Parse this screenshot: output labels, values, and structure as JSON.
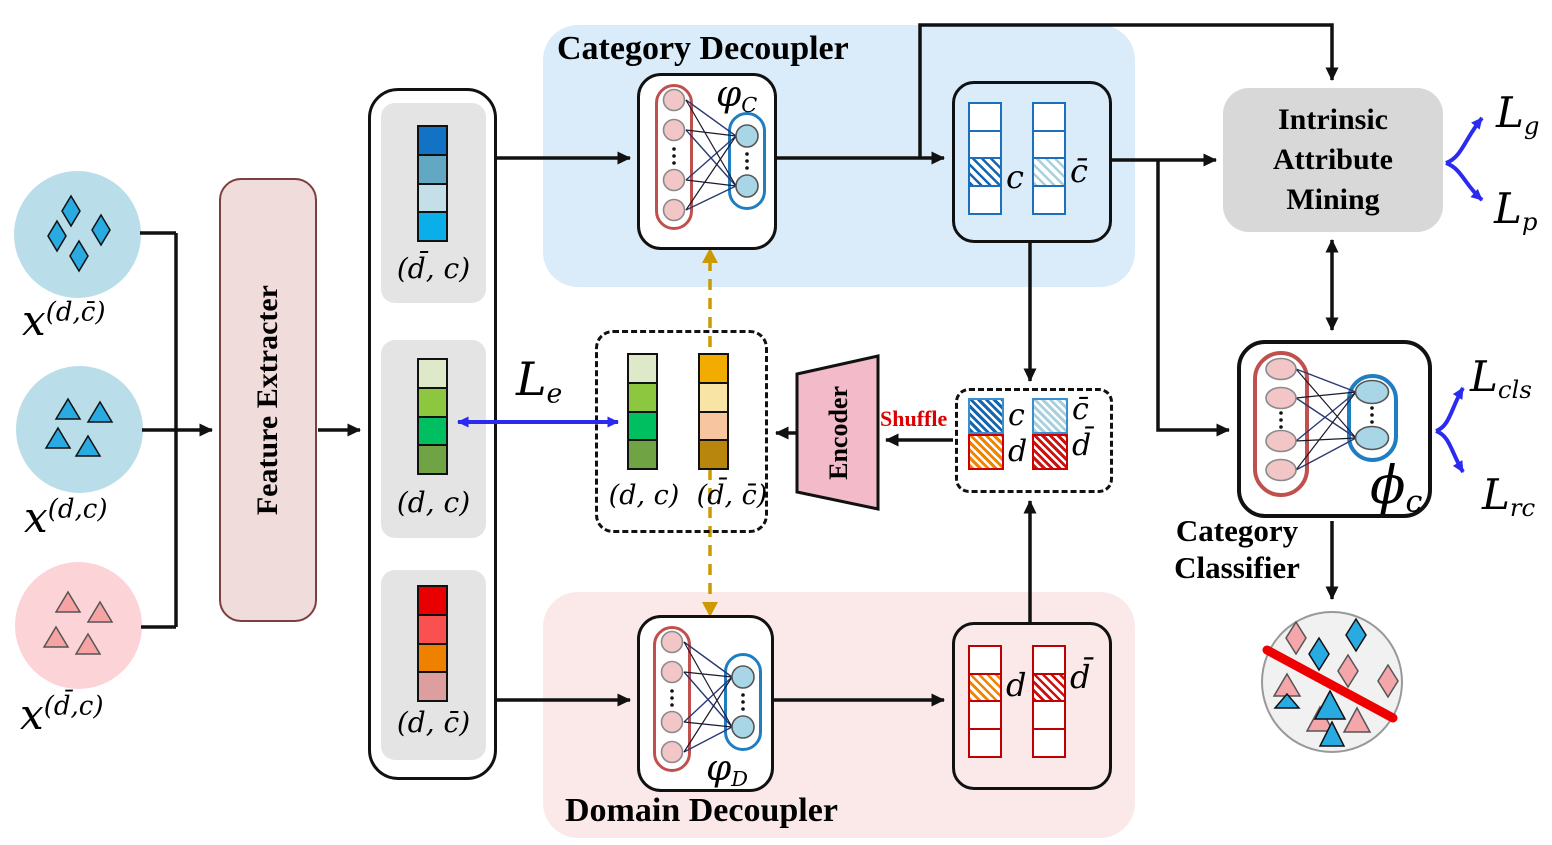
{
  "inputs": [
    {
      "base": "x",
      "sup": "(d,c̄)"
    },
    {
      "base": "x",
      "sup": "(d,c)"
    },
    {
      "base": "x",
      "sup": "(d̄,c)"
    }
  ],
  "feature_extractor": {
    "label": "Feature Extracter"
  },
  "feature_stacks": [
    {
      "label": "(d̄, c)",
      "cells": [
        "background:#1272c4",
        "background:#62a8c2",
        "background:#c5dfe8",
        "background:#0aaee8"
      ]
    },
    {
      "label": "(d, c)",
      "cells": [
        "background:#dde9c9",
        "background:#8dc63f",
        "background:#00bf60",
        "background:#70a343"
      ]
    },
    {
      "label": "(d, c̄)",
      "cells": [
        "background:#e80000",
        "background:#fa5050",
        "background:#ee8100",
        "background:#dd9e9e"
      ]
    }
  ],
  "category_decoupler": {
    "title": "Category Decoupler",
    "phi": "φ",
    "phi_sub": "C"
  },
  "domain_decoupler": {
    "title": "Domain Decoupler",
    "phi": "φ",
    "phi_sub": "D"
  },
  "concat_box": {
    "stacks": [
      {
        "label": "(d, c)",
        "cells": [
          "background:#dde9c9",
          "background:#8dc63f",
          "background:#00bf60",
          "background:#70a343"
        ]
      },
      {
        "label": "(d̄, c̄)",
        "cells": [
          "background:#f2ac00",
          "background:#f8e4a4",
          "background:#f7c5a0",
          "background:#b8860c"
        ]
      }
    ]
  },
  "encoder": {
    "label": "Encoder"
  },
  "shuffle": {
    "label": "Shuffle",
    "label_style": "color:#dd0000",
    "blocks": [
      {
        "label": "c",
        "style": "background:repeating-linear-gradient(45deg,#1566b0 0 3px,#ffffff 3px 5.5px);border-color:#3a8fd0"
      },
      {
        "label": "c̄",
        "style": "background:repeating-linear-gradient(45deg,#a9d0de 0 3px,#ffffff 3px 5.5px);border-color:#3a8fd0"
      },
      {
        "label": "d",
        "style": "background:repeating-linear-gradient(45deg,#f08300 0 3px,#ffffff 3px 5.5px);border-color:#cc0000"
      },
      {
        "label": "d̄",
        "style": "background:repeating-linear-gradient(45deg,#cc1111 0 3px,#ffffff 3px 5.5px);border-color:#cc0000"
      }
    ]
  },
  "category_features": {
    "label_c": "c",
    "label_cbar": "c̄",
    "hatch_c": "background:repeating-linear-gradient(45deg,#1566b0 0 2.5px,#ffffff 2.5px 6.5px)",
    "hatch_cbar": "background:repeating-linear-gradient(45deg,#a9d0de 0 2.5px,#ffffff 2.5px 6.5px)"
  },
  "domain_features": {
    "label_d": "d",
    "label_dbar": "d̄",
    "hatch_d": "background:repeating-linear-gradient(45deg,#f08300 0 2.5px,#ffffff 2.5px 6px)",
    "hatch_dbar": "background:repeating-linear-gradient(45deg,#cc1111 0 2.5px,#ffffff 2.5px 6px)"
  },
  "iam": {
    "line1": "Intrinsic",
    "line2": "Attribute",
    "line3": "Mining"
  },
  "classifier": {
    "title_line1": "Category",
    "title_line2": "Classifier",
    "phi": "ϕ",
    "phi_sub": "c"
  },
  "losses": {
    "le": {
      "base": "L",
      "sub": "e"
    },
    "lg": {
      "base": "L",
      "sub": "g"
    },
    "lp": {
      "base": "L",
      "sub": "p"
    },
    "lcls": {
      "base": "L",
      "sub": "cls"
    },
    "lrc": {
      "base": "L",
      "sub": "rc"
    }
  }
}
